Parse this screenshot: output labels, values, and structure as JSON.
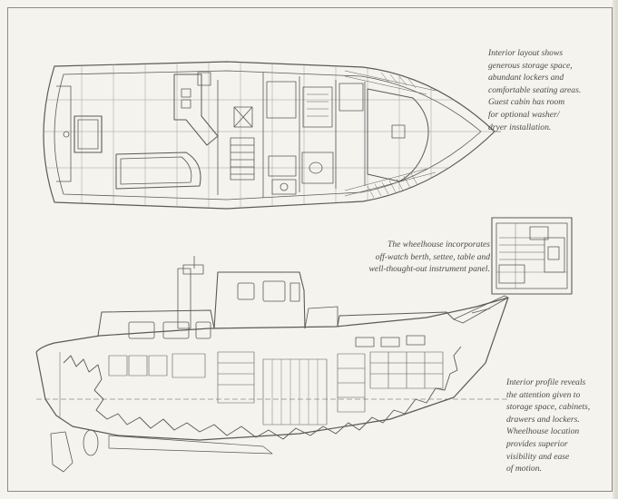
{
  "captions": {
    "interior_layout": {
      "lines": [
        "Interior layout shows",
        "generous storage space,",
        "abundant lockers and",
        "comfortable seating areas.",
        "Guest cabin has room",
        "for optional washer/",
        "dryer installation."
      ]
    },
    "wheelhouse": {
      "lines": [
        "The wheelhouse incorporates",
        "off-watch berth, settee, table and",
        "well-thought-out instrument panel."
      ]
    },
    "interior_profile": {
      "lines": [
        "Interior profile reveals",
        "the attention given to",
        "storage space, cabinets,",
        "drawers and lockers.",
        "Wheelhouse location",
        "provides superior",
        "visibility and ease",
        "of motion."
      ]
    }
  },
  "colors": {
    "paper": "#f4f3ee",
    "ink": "#5a5a5a",
    "frame": "#8d8a84"
  }
}
